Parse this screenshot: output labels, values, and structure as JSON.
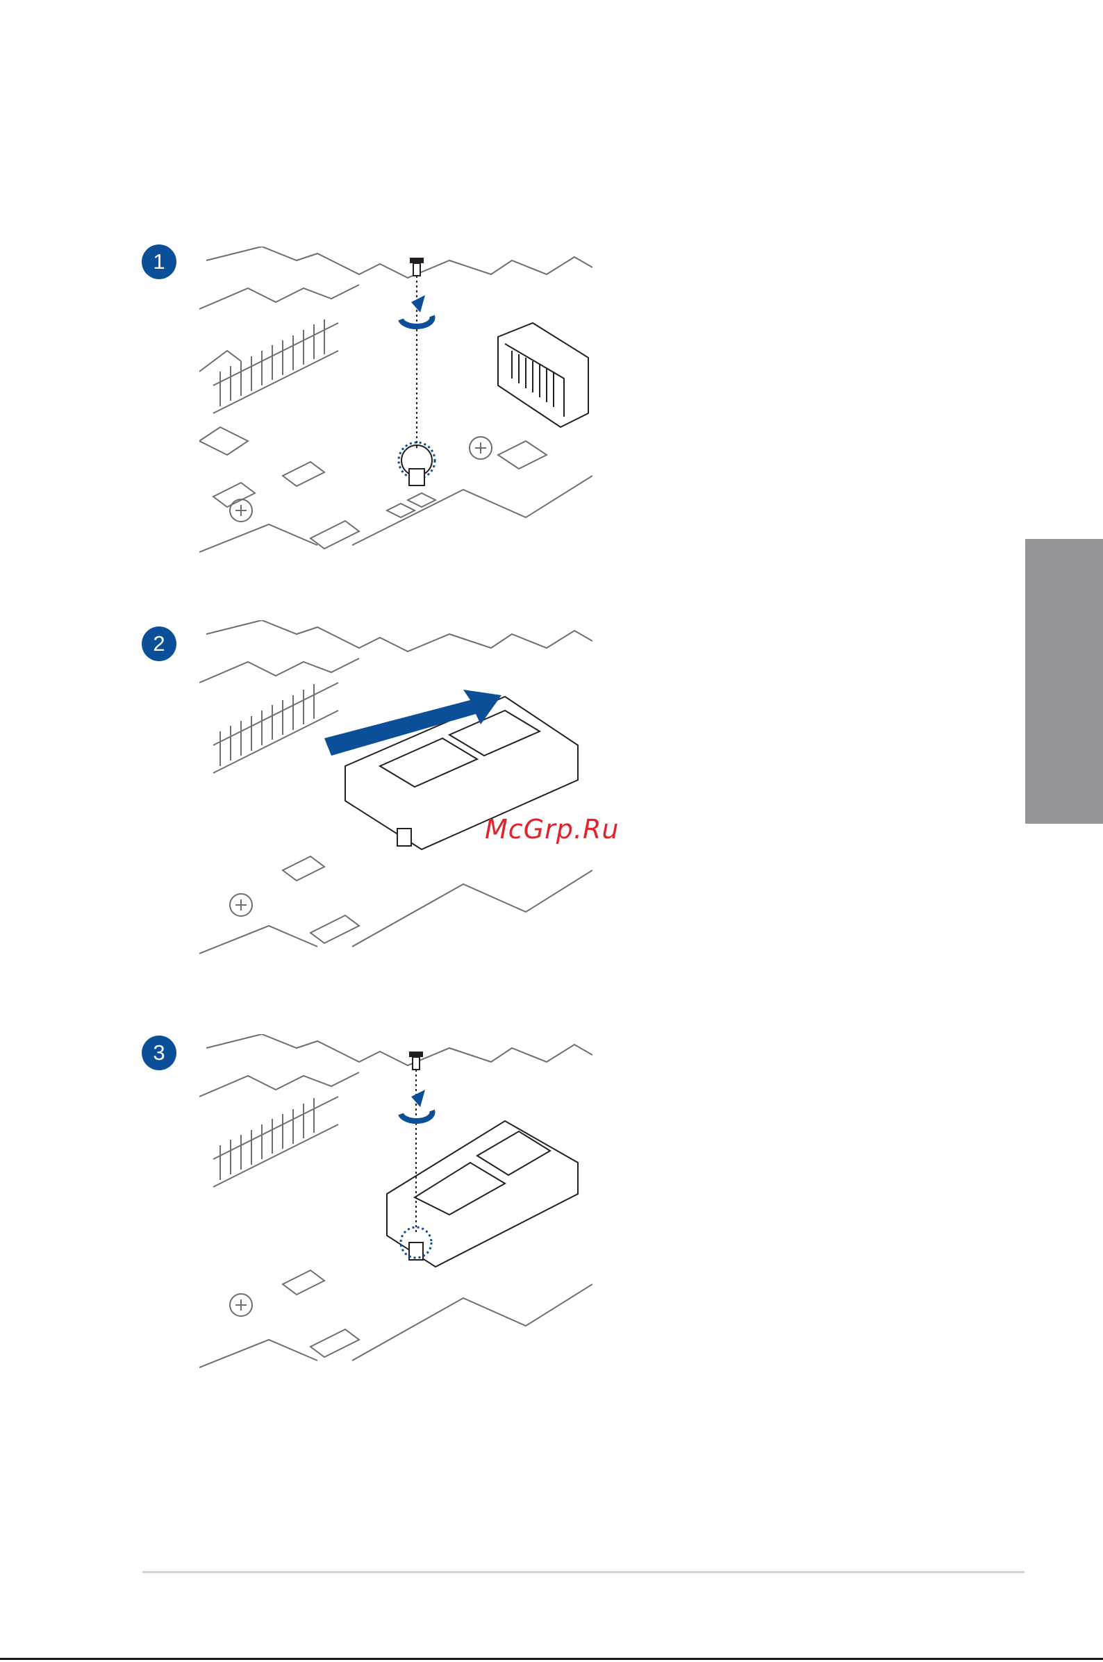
{
  "steps": [
    {
      "number": "1",
      "name": "remove-screw"
    },
    {
      "number": "2",
      "name": "insert-m2-card"
    },
    {
      "number": "3",
      "name": "secure-screw"
    }
  ],
  "watermark": "McGrp.Ru",
  "footer": {
    "text": ""
  },
  "colors": {
    "accent": "#0b4f98",
    "side_tab": "#939598",
    "watermark": "#e0242c"
  }
}
